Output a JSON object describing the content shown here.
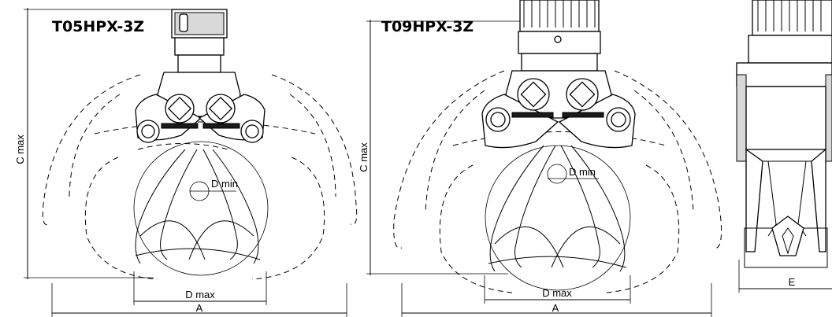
{
  "models": [
    {
      "name": "T05HPX-3Z"
    },
    {
      "name": "T09HPX-3Z"
    }
  ],
  "dimensions": {
    "a": "A",
    "c_max": "C max",
    "d_max": "D max",
    "d_min": "D min",
    "e": "E"
  },
  "colors": {
    "line": "#000000",
    "background": "#ffffff"
  }
}
